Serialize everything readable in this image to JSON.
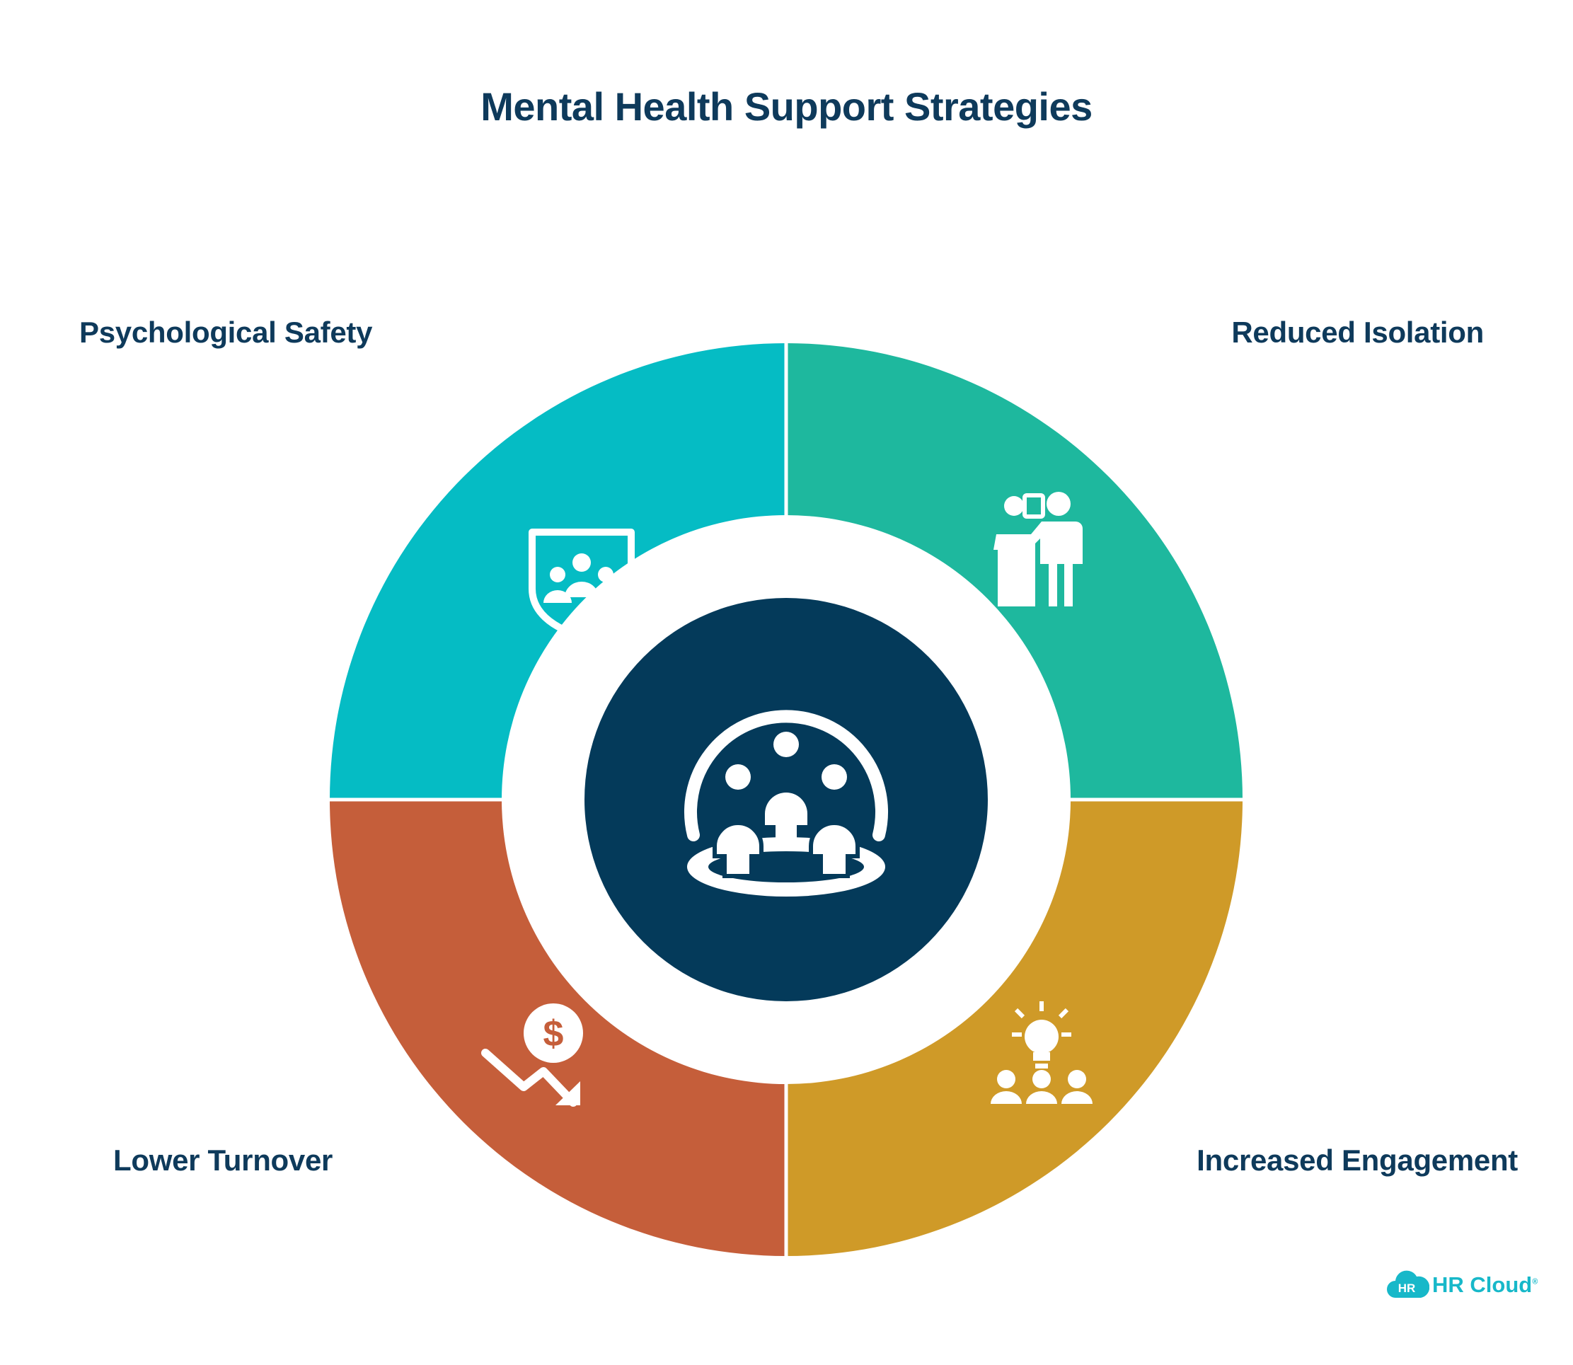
{
  "title": "Mental Health Support Strategies",
  "segments": [
    {
      "label": "Psychological Safety",
      "color": "#05bcc4",
      "icon": "shield-people-icon"
    },
    {
      "label": "Reduced Isolation",
      "color": "#1eb89e",
      "icon": "people-meeting-icon"
    },
    {
      "label": "Lower Turnover",
      "color": "#c55e3a",
      "icon": "dollar-down-trend-icon"
    },
    {
      "label": "Increased Engagement",
      "color": "#cf9a28",
      "icon": "lightbulb-team-icon"
    }
  ],
  "center": {
    "color": "#043a5a",
    "icon": "community-group-icon"
  },
  "logo": {
    "badge": "HR",
    "text": "HR Cloud",
    "mark": "®",
    "color": "#17b8c9"
  }
}
